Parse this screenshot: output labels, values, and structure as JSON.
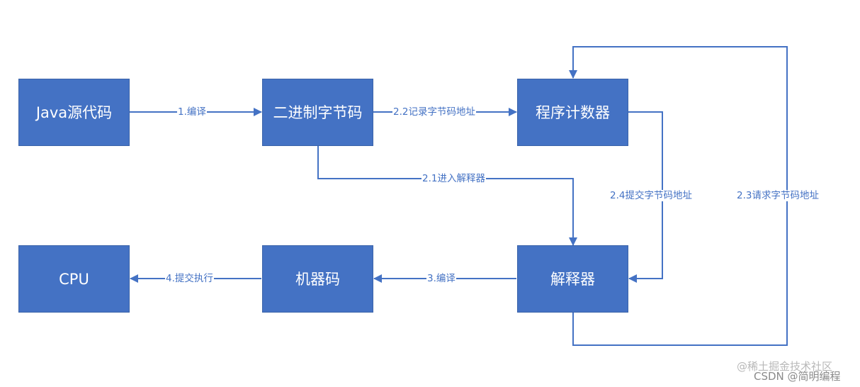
{
  "diagram": {
    "colors": {
      "node_fill": "#4472c4",
      "edge": "#4472c4",
      "label_text": "#4472c4"
    },
    "nodes": {
      "java_source": "Java源代码",
      "bytecode": "二进制字节码",
      "program_counter": "程序计数器",
      "interpreter": "解释器",
      "machine_code": "机器码",
      "cpu": "CPU"
    },
    "edges": {
      "compile": "1.编译",
      "record_address": "2.2记录字节码地址",
      "enter_interpreter": "2.1进入解释器",
      "submit_address": "2.4提交字节码地址",
      "request_address": "2.3请求字节码地址",
      "interpret": "3.编译",
      "submit_execute": "4.提交执行"
    }
  },
  "watermarks": {
    "juejin": "@稀土掘金技术社区",
    "csdn": "CSDN @简明编程"
  }
}
